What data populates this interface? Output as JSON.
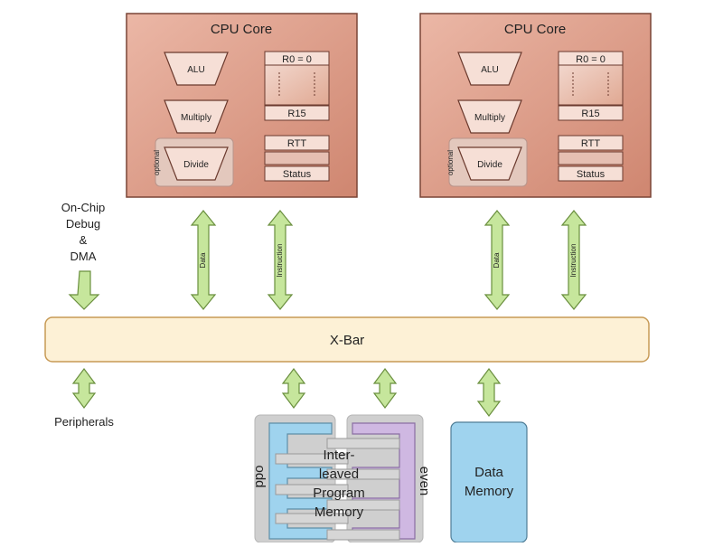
{
  "cores": [
    {
      "title": "CPU Core",
      "units": {
        "alu": "ALU",
        "multiply": "Multiply",
        "divide": "Divide",
        "optional": "optional"
      },
      "registers": {
        "r0": "R0 = 0",
        "r15": "R15",
        "rtt": "RTT",
        "status": "Status"
      },
      "buses": {
        "data": "Data",
        "instruction": "Instruction"
      }
    },
    {
      "title": "CPU Core",
      "units": {
        "alu": "ALU",
        "multiply": "Multiply",
        "divide": "Divide",
        "optional": "optional"
      },
      "registers": {
        "r0": "R0 = 0",
        "r15": "R15",
        "rtt": "RTT",
        "status": "Status"
      },
      "buses": {
        "data": "Data",
        "instruction": "Instruction"
      }
    }
  ],
  "xbar": {
    "label": "X-Bar"
  },
  "debug": {
    "lines": [
      "On-Chip",
      "Debug",
      "&",
      "DMA"
    ]
  },
  "peripherals": {
    "label": "Peripherals"
  },
  "program_memory": {
    "lines": [
      "Inter-",
      "leaved",
      "Program",
      "Memory"
    ],
    "odd_label": "odd",
    "even_label": "even"
  },
  "data_memory": {
    "lines": [
      "Data",
      "Memory"
    ]
  },
  "colors": {
    "core_fill": "#d99a86",
    "core_stroke": "#7a4536",
    "arrow_fill": "#c6e69c",
    "arrow_stroke": "#6a8f3e",
    "xbar_fill": "#fdf1d6",
    "xbar_stroke": "#c79a55",
    "odd_fill": "#9fd3ee",
    "even_fill": "#cfb8e2",
    "mem_back": "#cfcfcf",
    "data_mem_fill": "#9fd3ee"
  }
}
